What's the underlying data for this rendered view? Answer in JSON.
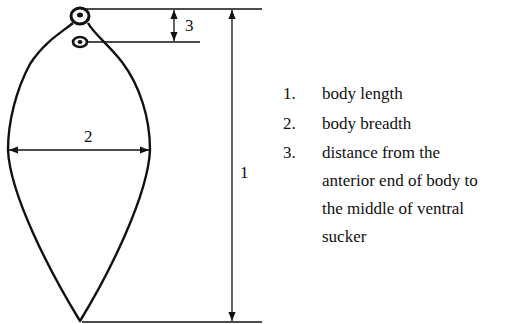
{
  "diagram": {
    "labels": [
      "3",
      "2",
      "1",
      "1.",
      "body length",
      "2.",
      "body breadth",
      "3.",
      "distance from the anterior end of body to the middle of ventral sucker"
    ]
  }
}
